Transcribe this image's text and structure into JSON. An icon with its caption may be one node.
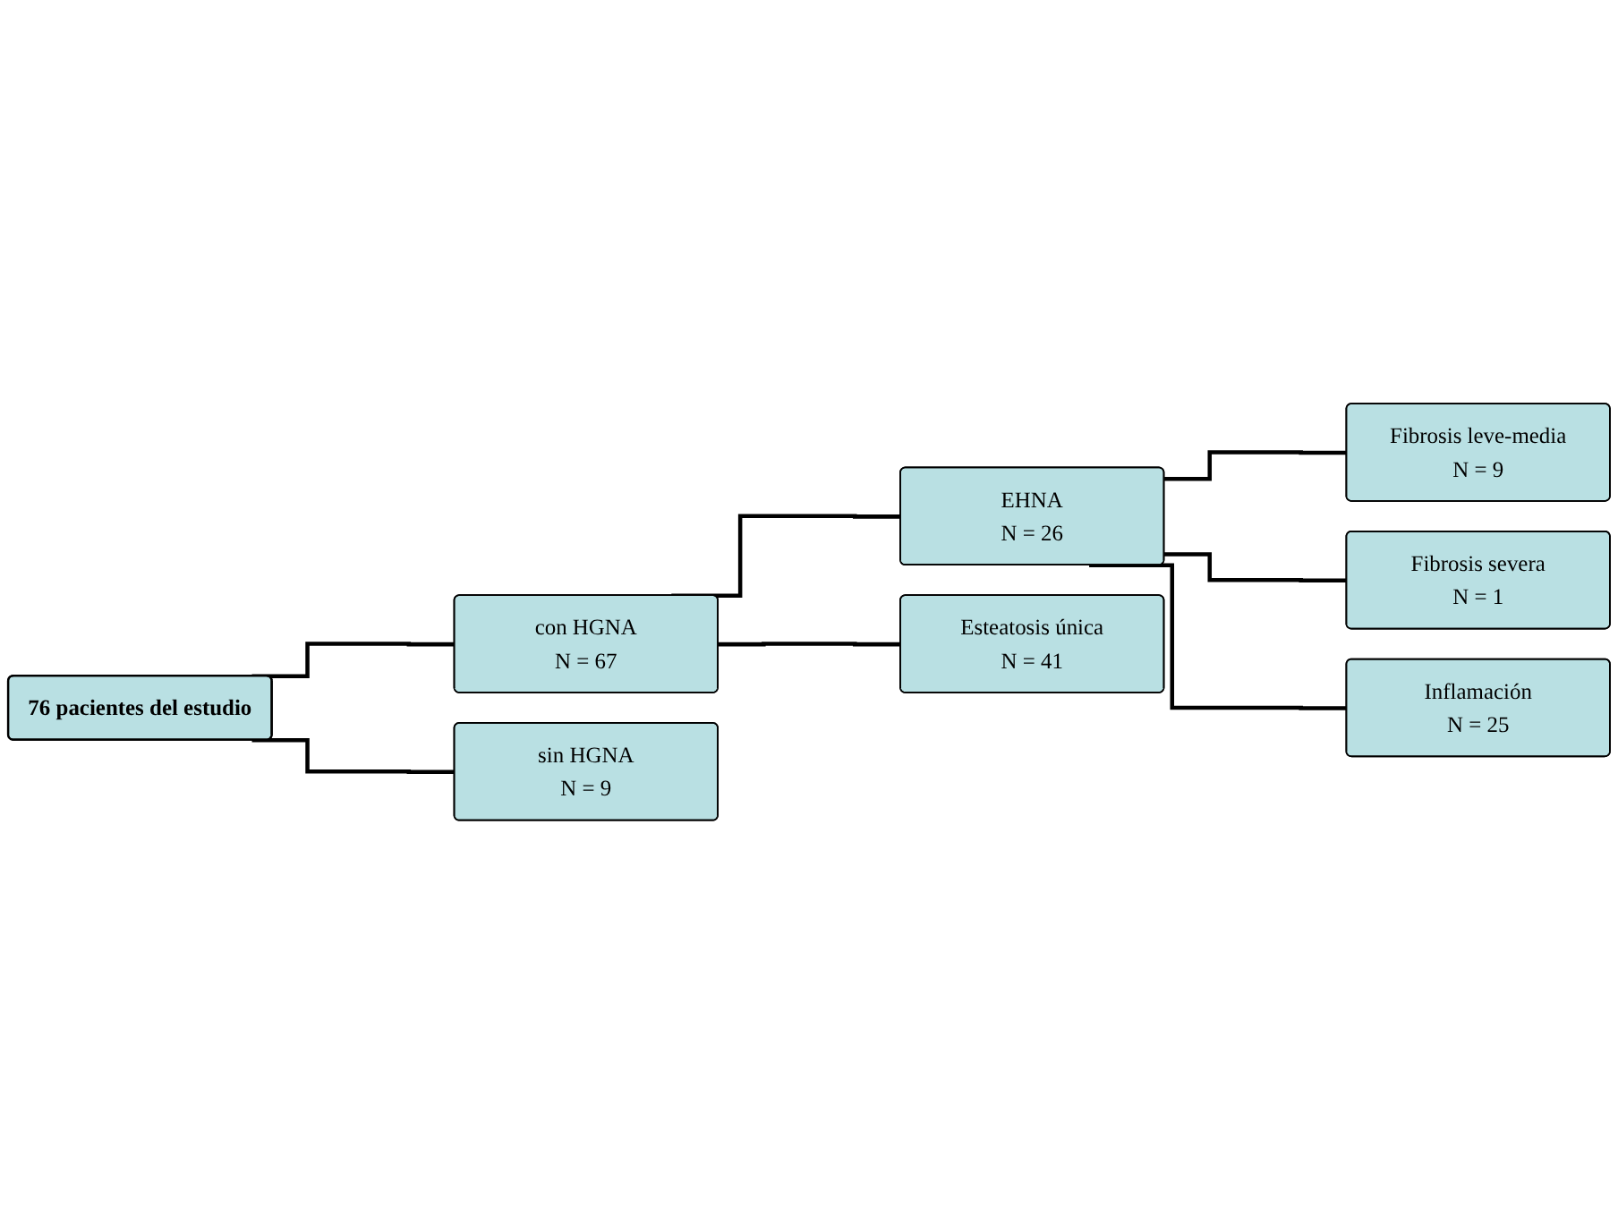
{
  "diagram": {
    "nodes": [
      {
        "text": [
          "76 pacientes del estudio"
        ]
      },
      {
        "text": [
          "con HGNA",
          "N = 67"
        ]
      },
      {
        "text": [
          "sin HGNA",
          "N = 9"
        ]
      },
      {
        "text": [
          "EHNA",
          "N = 26"
        ]
      },
      {
        "text": [
          "Esteatosis única",
          "N = 41"
        ]
      },
      {
        "text": [
          "Fibrosis leve-media",
          "N = 9"
        ]
      },
      {
        "text": [
          "Fibrosis severa",
          "N = 1"
        ]
      },
      {
        "text": [
          "Inflamación",
          "N = 25"
        ]
      }
    ],
    "edges": [
      {
        "from": 0,
        "to": 1,
        "arrow": "none"
      },
      {
        "from": 0,
        "to": 2,
        "arrow": "none"
      },
      {
        "from": 1,
        "to": 3,
        "arrow": "none"
      },
      {
        "from": 1,
        "to": 4,
        "arrow": "none"
      },
      {
        "from": 3,
        "to": 5,
        "arrow": "none"
      },
      {
        "from": 3,
        "to": 6,
        "arrow": "none"
      },
      {
        "from": 3,
        "to": 7,
        "arrow": "none"
      }
    ]
  }
}
